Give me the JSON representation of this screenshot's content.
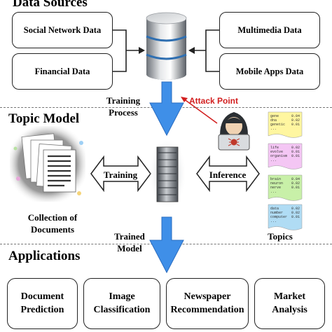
{
  "sections": {
    "data_sources": "Data Sources",
    "topic_model": "Topic Model",
    "applications": "Applications"
  },
  "sources": {
    "social_network": "Social Network Data",
    "financial": "Financial Data",
    "multimedia": "Multimedia Data",
    "mobile_apps": "Mobile Apps Data"
  },
  "labels": {
    "training_process_1": "Training",
    "training_process_2": "Process",
    "attack_point": "Attack Point",
    "training": "Training",
    "inference": "Inference",
    "collection_1": "Collection of",
    "collection_2": "Documents",
    "topics": "Topics",
    "trained_model_1": "Trained",
    "trained_model_2": "Model"
  },
  "applications": [
    {
      "line1": "Document",
      "line2": "Prediction"
    },
    {
      "line1": "Image",
      "line2": "Classification"
    },
    {
      "line1": "Newspaper",
      "line2": "Recommendation"
    },
    {
      "line1": "Market",
      "line2": "Analysis"
    }
  ],
  "topic_cards": [
    {
      "color": "#fff6a0",
      "words": [
        "gene",
        "dna",
        "genetic"
      ],
      "values": [
        "0.04",
        "0.02",
        "0.01"
      ]
    },
    {
      "color": "#f4c6f4",
      "words": [
        "life",
        "evolve",
        "organism"
      ],
      "values": [
        "0.02",
        "0.01",
        "0.01"
      ]
    },
    {
      "color": "#c8f0a8",
      "words": [
        "brain",
        "neuron",
        "nerve"
      ],
      "values": [
        "0.04",
        "0.02",
        "0.01"
      ]
    },
    {
      "color": "#b0dcf4",
      "words": [
        "data",
        "number",
        "computer"
      ],
      "values": [
        "0.02",
        "0.02",
        "0.01"
      ]
    }
  ],
  "colors": {
    "arrow_blue": "#3f8fe8",
    "attack_red": "#d21e1e"
  },
  "icons": {
    "database": "database-cylinder-icon",
    "server": "server-rack-icon",
    "documents": "document-stack-icon",
    "hacker": "hacker-icon"
  }
}
